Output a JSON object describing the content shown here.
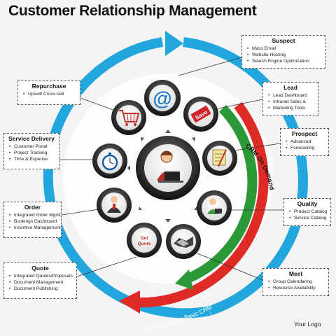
{
  "title": "Customer Relationship Management",
  "logo": "Your Logo",
  "ring_labels": {
    "crm_on_demand": "CRM On Demand",
    "basic_crm": "Basic CRM",
    "enhanced_crm": "Enhanced CRM"
  },
  "colors": {
    "blue": "#22a6de",
    "green": "#2b9a36",
    "red": "#e02a25"
  },
  "quote_icon_text": [
    "Get",
    "Quote"
  ],
  "save_icon_text": "Save",
  "boxes": [
    {
      "id": "suspect",
      "title": "Suspect",
      "items": [
        "Mass Email",
        "Website Hosting",
        "Search Engine Optimization"
      ]
    },
    {
      "id": "lead",
      "title": "Lead",
      "items": [
        "Lead Dashboard",
        "Intranet Sales &",
        "Marketing Tools"
      ]
    },
    {
      "id": "prospect",
      "title": "Prospect",
      "items": [
        "Advanced",
        "Forecasting"
      ]
    },
    {
      "id": "quality",
      "title": "Quality",
      "items": [
        "Product Catalog",
        "Service Catalog"
      ]
    },
    {
      "id": "meet",
      "title": "Meet",
      "items": [
        "Group Calendaring",
        "Resource Availability"
      ]
    },
    {
      "id": "quote",
      "title": "Quote",
      "items": [
        "Integrated Quotes/Proposals",
        "Document Management",
        "Document Publishing"
      ]
    },
    {
      "id": "order",
      "title": "Order",
      "items": [
        "Integrated Order Mgmt.",
        "Bookings Dashboard",
        "Incentive Management"
      ]
    },
    {
      "id": "service-delivery",
      "title": "Service Delivery",
      "items": [
        "Customer Portal",
        "Project Tracking",
        "Time & Expense"
      ]
    },
    {
      "id": "repurchase",
      "title": "Repurchase",
      "items": [
        "Upsell/ Cross-sell"
      ]
    }
  ]
}
